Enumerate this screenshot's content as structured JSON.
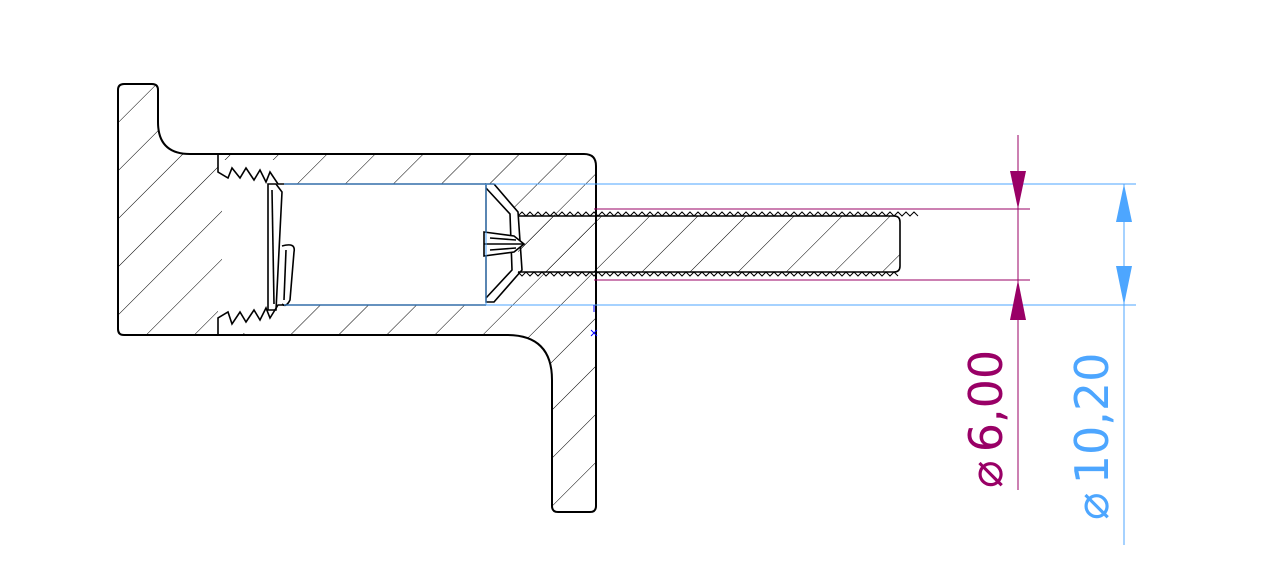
{
  "drawing": {
    "colors": {
      "outline": "#000000",
      "hatch": "#000000",
      "reference_line": "#4da6ff",
      "dimension_small": "#990066",
      "dimension_large": "#4da6ff",
      "sketch_point": "#0000ff"
    },
    "dimensions": [
      {
        "id": "inner",
        "symbol": "⌀",
        "value": "6,00"
      },
      {
        "id": "outer",
        "symbol": "⌀",
        "value": "10,20"
      }
    ]
  }
}
